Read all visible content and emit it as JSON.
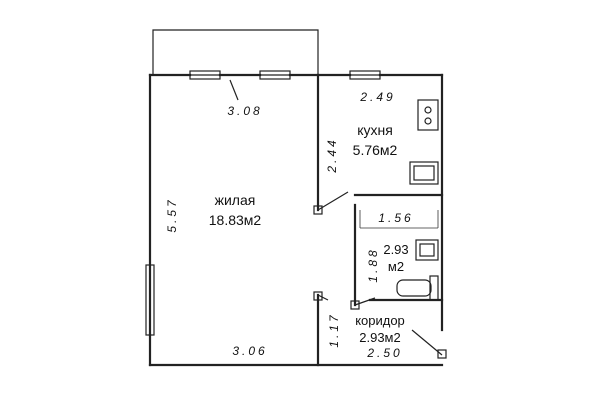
{
  "rooms": {
    "living": {
      "name": "жилая",
      "area": "18.83м2"
    },
    "kitchen": {
      "name": "кухня",
      "area": "5.76м2"
    },
    "bathroom": {
      "area_value": "2.93",
      "area_unit": "м2"
    },
    "corridor": {
      "name": "коридор",
      "area": "2.93м2"
    }
  },
  "dimensions": {
    "living_top": "3.08",
    "living_bottom": "3.06",
    "living_height": "5.57",
    "kitchen_top": "2.49",
    "kitchen_height": "2.44",
    "bath_width": "1.56",
    "bath_height": "1.88",
    "corridor_height": "1.17",
    "corridor_bottom": "2.50"
  }
}
